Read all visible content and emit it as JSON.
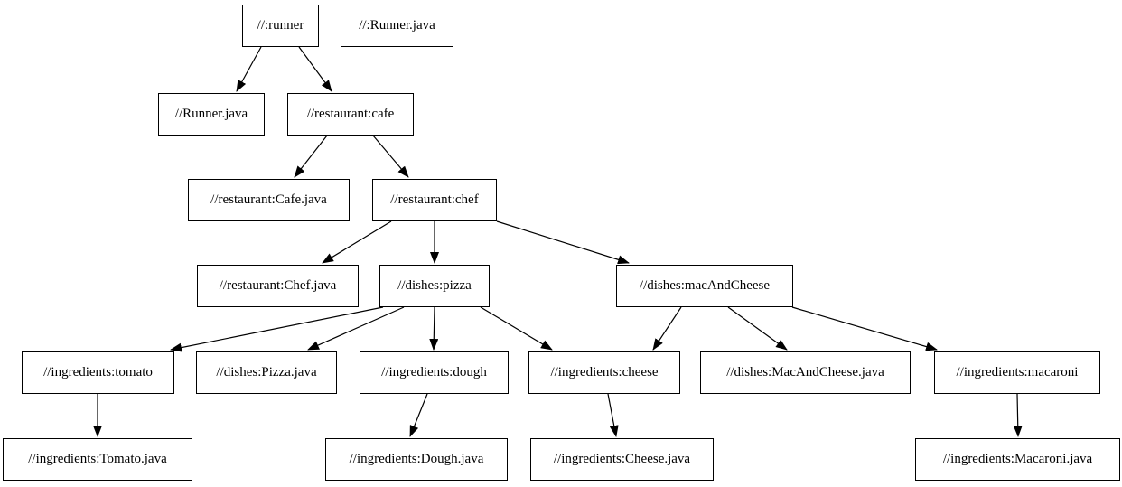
{
  "diagram": {
    "type": "dependency-graph",
    "colors": {
      "background": "#ffffff",
      "node_fill": "#ffffff",
      "node_border": "#000000",
      "text": "#000000",
      "edge": "#000000"
    },
    "nodes": {
      "runner": {
        "label": "//:runner"
      },
      "runner_java_file": {
        "label": "//:Runner.java"
      },
      "runner_java": {
        "label": "//Runner.java"
      },
      "cafe": {
        "label": "//restaurant:cafe"
      },
      "cafe_java": {
        "label": "//restaurant:Cafe.java"
      },
      "chef": {
        "label": "//restaurant:chef"
      },
      "chef_java": {
        "label": "//restaurant:Chef.java"
      },
      "pizza": {
        "label": "//dishes:pizza"
      },
      "mac_and_cheese": {
        "label": "//dishes:macAndCheese"
      },
      "tomato": {
        "label": "//ingredients:tomato"
      },
      "pizza_java": {
        "label": "//dishes:Pizza.java"
      },
      "dough": {
        "label": "//ingredients:dough"
      },
      "cheese": {
        "label": "//ingredients:cheese"
      },
      "mac_and_cheese_java万": null,
      "mac_and_cheese_java": {
        "label": "//dishes:MacAndCheese.java"
      },
      "macaroni": {
        "label": "//ingredients:macaroni"
      },
      "tomato_java": {
        "label": "//ingredients:Tomato.java"
      },
      "dough_java": {
        "label": "//ingredients:Dough.java"
      },
      "cheese_java": {
        "label": "//ingredients:Cheese.java"
      },
      "macaroni_java": {
        "label": "//ingredients:Macaroni.java"
      }
    },
    "edges": [
      {
        "from": "//:runner",
        "to": "//Runner.java"
      },
      {
        "from": "//:runner",
        "to": "//restaurant:cafe"
      },
      {
        "from": "//restaurant:cafe",
        "to": "//restaurant:Cafe.java"
      },
      {
        "from": "//restaurant:cafe",
        "to": "//restaurant:chef"
      },
      {
        "from": "//restaurant:chef",
        "to": "//restaurant:Chef.java"
      },
      {
        "from": "//restaurant:chef",
        "to": "//dishes:pizza"
      },
      {
        "from": "//restaurant:chef",
        "to": "//dishes:macAndCheese"
      },
      {
        "from": "//dishes:pizza",
        "to": "//ingredients:tomato"
      },
      {
        "from": "//dishes:pizza",
        "to": "//dishes:Pizza.java"
      },
      {
        "from": "//dishes:pizza",
        "to": "//ingredients:dough"
      },
      {
        "from": "//dishes:pizza",
        "to": "//ingredients:cheese"
      },
      {
        "from": "//dishes:macAndCheese",
        "to": "//ingredients:cheese"
      },
      {
        "from": "//dishes:macAndCheese",
        "to": "//dishes:MacAndCheese.java"
      },
      {
        "from": "//dishes:macAndCheese",
        "to": "//ingredients:macaroni"
      },
      {
        "from": "//ingredients:tomato",
        "to": "//ingredients:Tomato.java"
      },
      {
        "from": "//ingredients:dough",
        "to": "//ingredients:Dough.java"
      },
      {
        "from": "//ingredients:cheese",
        "to": "//ingredients:Cheese.java"
      },
      {
        "from": "//ingredients:macaroni",
        "to": "//ingredients:Macaroni.java"
      }
    ]
  }
}
